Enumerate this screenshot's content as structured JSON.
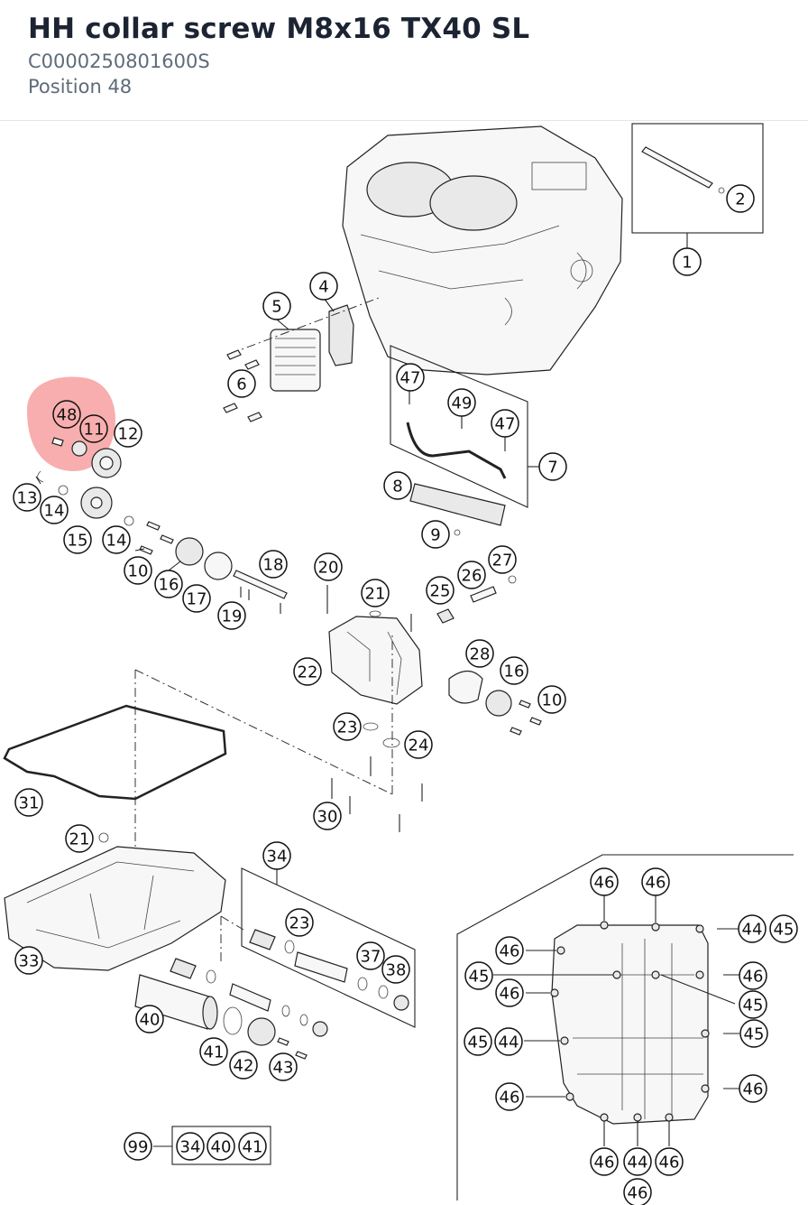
{
  "header": {
    "title": "HH collar screw M8x16 TX40 SL",
    "part_number": "C0000250801600S",
    "position": "Position 48"
  },
  "highlight": {
    "color": "#f26b6b",
    "positions": [
      "48",
      "11"
    ]
  },
  "callouts": [
    "2",
    "1",
    "4",
    "5",
    "6",
    "47",
    "49",
    "47",
    "7",
    "8",
    "9",
    "48",
    "11",
    "12",
    "13",
    "14",
    "15",
    "14",
    "10",
    "16",
    "17",
    "18",
    "19",
    "20",
    "21",
    "25",
    "26",
    "27",
    "22",
    "28",
    "16",
    "10",
    "23",
    "24",
    "31",
    "30",
    "21",
    "34",
    "23",
    "37",
    "38",
    "33",
    "40",
    "41",
    "42",
    "43",
    "99",
    "34",
    "40",
    "41",
    "46",
    "46",
    "44",
    "45",
    "46",
    "46",
    "45",
    "46",
    "45",
    "46",
    "45",
    "44",
    "45",
    "46",
    "46",
    "46",
    "44",
    "46",
    "45"
  ]
}
